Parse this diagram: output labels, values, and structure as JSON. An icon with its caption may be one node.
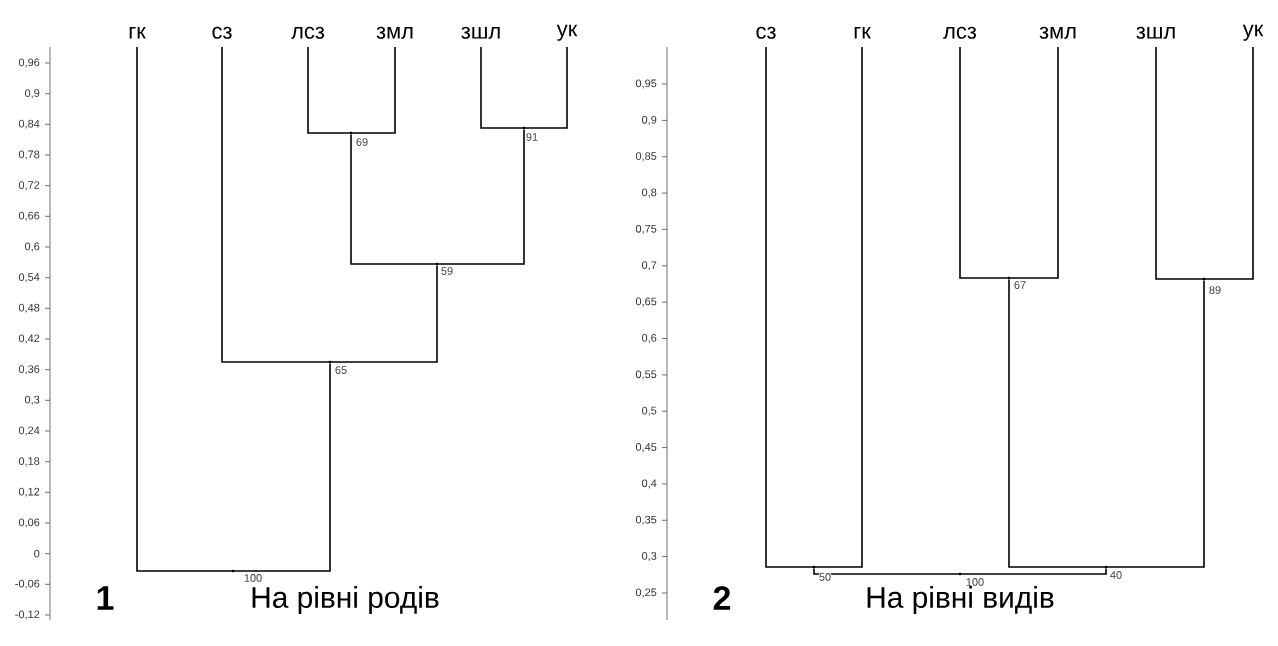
{
  "diagram": {
    "nodes": [
      {
        "text": [
          "гк"
        ]
      },
      {
        "text": [
          "сз"
        ]
      },
      {
        "text": [
          "лсз"
        ]
      },
      {
        "text": [
          "змл"
        ]
      },
      {
        "text": [
          "зшл"
        ]
      },
      {
        "text": [
          "ук"
        ]
      },
      {
        "text": [],
        "shape": "point",
        "beside": [
          "69"
        ]
      },
      {
        "text": [],
        "shape": "point",
        "beside": [
          "91"
        ]
      },
      {
        "text": [],
        "shape": "point",
        "beside": [
          "59"
        ]
      },
      {
        "text": [],
        "shape": "point",
        "beside": [
          "65"
        ]
      },
      {
        "text": [],
        "shape": "point",
        "beside": [
          "100"
        ]
      },
      {
        "text": [
          "сз"
        ]
      },
      {
        "text": [
          "гк"
        ]
      },
      {
        "text": [
          "лсз"
        ]
      },
      {
        "text": [
          "змл"
        ]
      },
      {
        "text": [
          "зшл"
        ]
      },
      {
        "text": [
          "ук"
        ]
      },
      {
        "text": [],
        "shape": "point",
        "beside": [
          "67"
        ]
      },
      {
        "text": [],
        "shape": "point",
        "beside": [
          "89"
        ]
      },
      {
        "text": [],
        "shape": "point",
        "beside": [
          "50"
        ]
      },
      {
        "text": [],
        "shape": "point",
        "beside": [
          "40"
        ]
      },
      {
        "text": [],
        "shape": "point",
        "beside": [
          "100"
        ]
      }
    ],
    "edges": [
      {
        "from": 6,
        "to": 2,
        "arrow": "none"
      },
      {
        "from": 6,
        "to": 3,
        "arrow": "none"
      },
      {
        "from": 7,
        "to": 4,
        "arrow": "none"
      },
      {
        "from": 7,
        "to": 5,
        "arrow": "none"
      },
      {
        "from": 8,
        "to": 6,
        "arrow": "none"
      },
      {
        "from": 8,
        "to": 7,
        "arrow": "none"
      },
      {
        "from": 9,
        "to": 1,
        "arrow": "none"
      },
      {
        "from": 9,
        "to": 8,
        "arrow": "none"
      },
      {
        "from": 10,
        "to": 0,
        "arrow": "none"
      },
      {
        "from": 10,
        "to": 9,
        "arrow": "none"
      },
      {
        "from": 17,
        "to": 13,
        "arrow": "none"
      },
      {
        "from": 17,
        "to": 14,
        "arrow": "none"
      },
      {
        "from": 18,
        "to": 15,
        "arrow": "none"
      },
      {
        "from": 18,
        "to": 16,
        "arrow": "none"
      },
      {
        "from": 19,
        "to": 11,
        "arrow": "none"
      },
      {
        "from": 19,
        "to": 12,
        "arrow": "none"
      },
      {
        "from": 20,
        "to": 17,
        "arrow": "none"
      },
      {
        "from": 20,
        "to": 18,
        "arrow": "none"
      },
      {
        "from": 21,
        "to": 19,
        "arrow": "none"
      },
      {
        "from": 21,
        "to": 20,
        "arrow": "none"
      }
    ],
    "labels": [
      "0,96",
      "0,9",
      "0,84",
      "0,78",
      "0,72",
      "0,66",
      "0,6",
      "0,54",
      "0,48",
      "0,42",
      "0,36",
      "0,3",
      "0,24",
      "0,18",
      "0,12",
      "0,06",
      "0",
      "-0,06",
      "-0,12",
      "1",
      "На рівні родів",
      "0,95",
      "0,9",
      "0,85",
      "0,8",
      "0,75",
      "0,7",
      "0,65",
      "0,6",
      "0,55",
      "0,5",
      "0,45",
      "0,4",
      "0,35",
      "0,3",
      "0,25",
      "2",
      "На рівні видів"
    ]
  }
}
